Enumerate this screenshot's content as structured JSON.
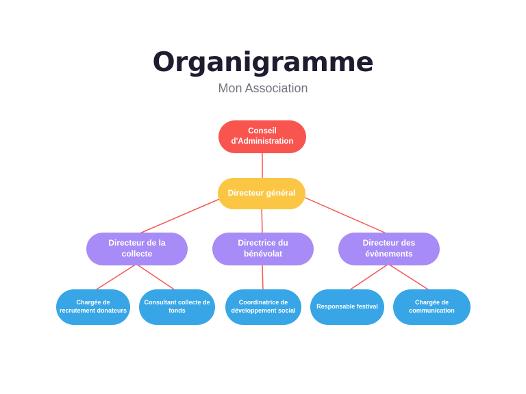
{
  "header": {
    "title": "Organigramme",
    "subtitle": "Mon Association"
  },
  "colors": {
    "background": "#ffffff",
    "title_text": "#1d1c30",
    "subtitle_text": "#76747f",
    "node_level1": "#f8554f",
    "node_level2": "#fbc644",
    "node_level3": "#a78bf6",
    "node_level4": "#38a6e6",
    "node_text": "#ffffff",
    "connector_line": "#f8554f"
  },
  "org_chart": {
    "nodes": {
      "conseil_administration": {
        "label": [
          "Conseil",
          "d'Administration"
        ],
        "level": 1
      },
      "directeur_general": {
        "label": [
          "Directeur général"
        ],
        "level": 2
      },
      "directeur_collecte": {
        "label": [
          "Directeur de la",
          "collecte"
        ],
        "level": 3
      },
      "directrice_benevolat": {
        "label": [
          "Directrice du",
          "bénévolat"
        ],
        "level": 3
      },
      "directeur_evenements": {
        "label": [
          "Directeur des",
          "évènements"
        ],
        "level": 3
      },
      "chargee_recrutement": {
        "label": [
          "Chargée de",
          "recrutement donateurs"
        ],
        "level": 4
      },
      "consultant_collecte": {
        "label": [
          "Consultant collecte de",
          "fonds"
        ],
        "level": 4
      },
      "coordinatrice_dev": {
        "label": [
          "Coordinatrice de",
          "développement social"
        ],
        "level": 4
      },
      "responsable_festival": {
        "label": [
          "Responsable festival"
        ],
        "level": 4
      },
      "chargee_communication": {
        "label": [
          "Chargée de",
          "communication"
        ],
        "level": 4
      }
    },
    "edges": [
      [
        "conseil_administration",
        "directeur_general"
      ],
      [
        "directeur_general",
        "directeur_collecte"
      ],
      [
        "directeur_general",
        "directrice_benevolat"
      ],
      [
        "directeur_general",
        "directeur_evenements"
      ],
      [
        "directeur_collecte",
        "chargee_recrutement"
      ],
      [
        "directeur_collecte",
        "consultant_collecte"
      ],
      [
        "directrice_benevolat",
        "coordinatrice_dev"
      ],
      [
        "directeur_evenements",
        "responsable_festival"
      ],
      [
        "directeur_evenements",
        "chargee_communication"
      ]
    ]
  }
}
